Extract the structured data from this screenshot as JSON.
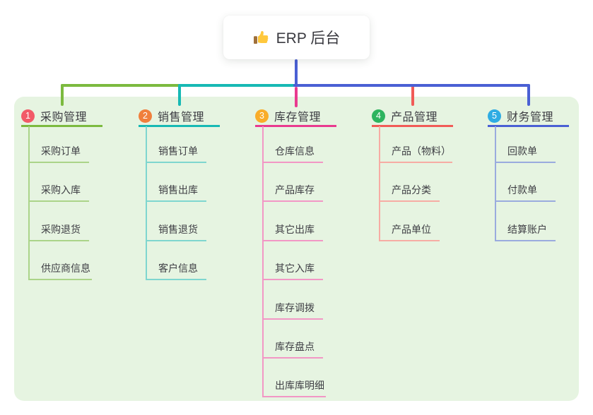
{
  "root": {
    "icon": "thumbs-up",
    "title": "ERP 后台"
  },
  "panel_bg": "#e6f4e1",
  "root_line_color": "#4a60d4",
  "branches": [
    {
      "num": "1",
      "label": "采购管理",
      "line": "#7cba3f",
      "light": "#abd489",
      "badge": "#f25a68",
      "children": [
        "采购订单",
        "采购入库",
        "采购退货",
        "供应商信息"
      ]
    },
    {
      "num": "2",
      "label": "销售管理",
      "line": "#17b9b4",
      "light": "#7fd6cf",
      "badge": "#f07f3c",
      "children": [
        "销售订单",
        "销售出库",
        "销售退货",
        "客户信息"
      ]
    },
    {
      "num": "3",
      "label": "库存管理",
      "line": "#e93a8f",
      "light": "#f297c5",
      "badge": "#f9ad29",
      "children": [
        "仓库信息",
        "产品库存",
        "其它出库",
        "其它入库",
        "库存调拨",
        "库存盘点",
        "出库库明细"
      ]
    },
    {
      "num": "4",
      "label": "产品管理",
      "line": "#f15b57",
      "light": "#f7aca4",
      "badge": "#2eb45f",
      "children": [
        "产品（物料）",
        "产品分类",
        "产品单位"
      ]
    },
    {
      "num": "5",
      "label": "财务管理",
      "line": "#4a60d4",
      "light": "#9aabde",
      "badge": "#2eace3",
      "children": [
        "回款单",
        "付款单",
        "结算账户"
      ]
    }
  ]
}
